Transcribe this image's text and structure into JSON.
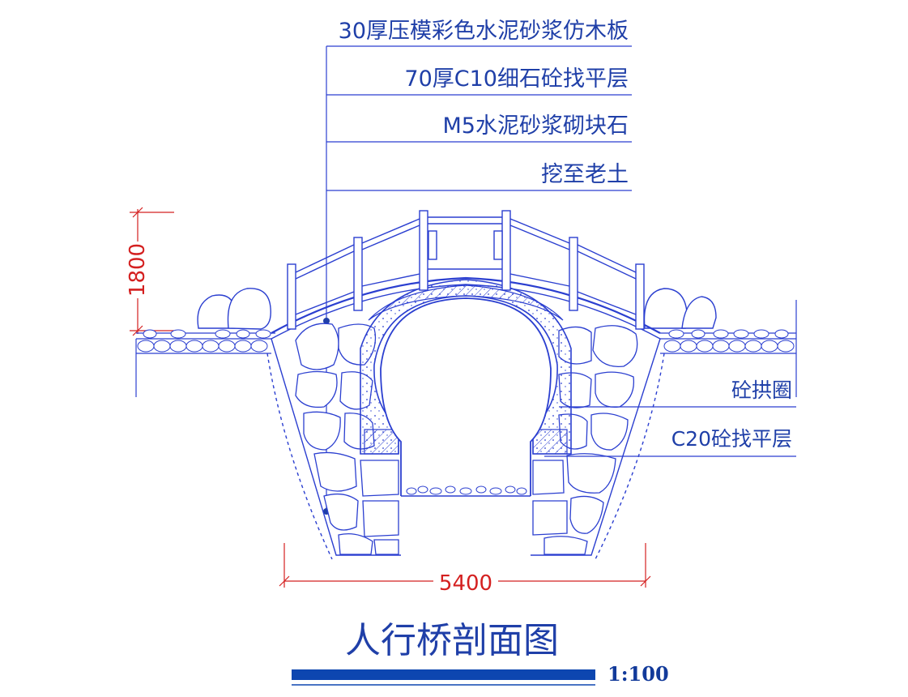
{
  "colors": {
    "line": "#2b3fd0",
    "stroke_dark": "#1f3fa8",
    "dimension": "#d42020",
    "scale_bar": "#0d46b0",
    "background": "#ffffff"
  },
  "callouts": {
    "layer1": "30厚压模彩色水泥砂浆仿木板",
    "layer2": "70厚C10细石砼找平层",
    "layer3": "M5水泥砂浆砌块石",
    "layer4": "挖至老土"
  },
  "side_labels": {
    "arch_ring": "砼拱圈",
    "leveling": "C20砼找平层"
  },
  "dimensions": {
    "width": "5400",
    "height": "1800"
  },
  "drawing": {
    "title": "人行桥剖面图",
    "scale": "1:100"
  }
}
